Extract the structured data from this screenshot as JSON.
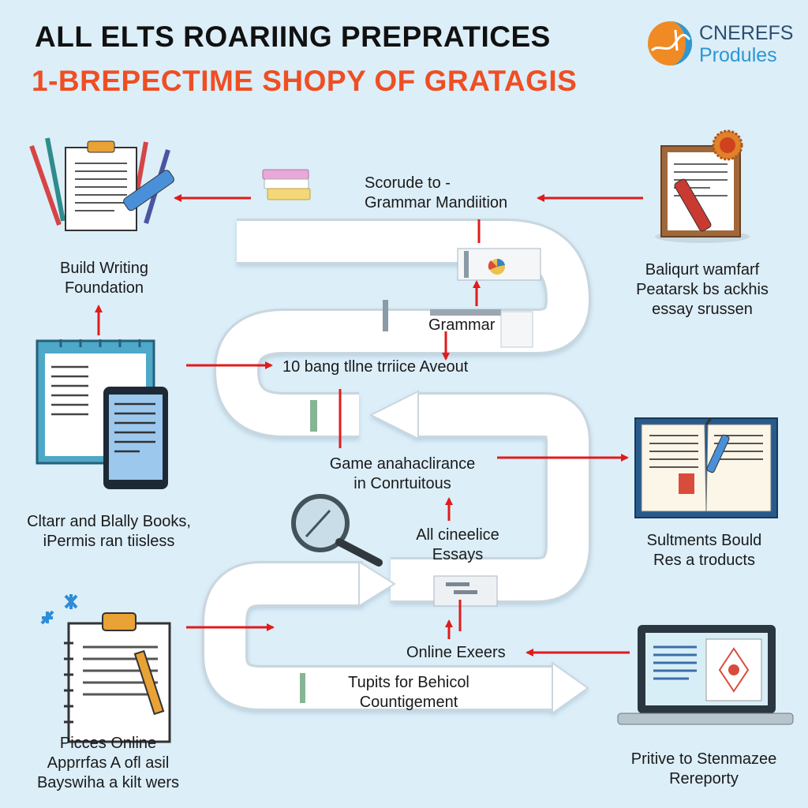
{
  "header": {
    "title": "ALL ELTS ROARIING PREPRATICES",
    "subtitle": "1-BREPECTIME SHOPY OF GRATAGIS"
  },
  "logo": {
    "line1": "CNEREFS",
    "line2": "Produles",
    "colors": {
      "orange": "#f08a24",
      "blue": "#2c97d4"
    }
  },
  "labels": {
    "scorude": [
      "Scorude to -",
      "Grammar Mandiition"
    ],
    "build_writing": [
      "Build Writing",
      "Foundation"
    ],
    "baliqurt": [
      "Baliqurt wamfarf",
      "Peatarsk bs ackhis",
      "essay srussen"
    ],
    "grammar": "Grammar",
    "bang": "10 bang tllne trriice Aveout",
    "clarr": [
      "Cltarr and Blally Books,",
      "iPermis ran tiisless"
    ],
    "game": [
      "Game anahaclirance",
      "in Conrtuitous"
    ],
    "sultments": [
      "Sultments Bould",
      "Res a troducts"
    ],
    "all_cineelice": [
      "All cineelice",
      "Essays"
    ],
    "online_exeers": "Online Exeers",
    "tupits": [
      "Tupits for Behicol",
      "Countigement"
    ],
    "pieces": [
      "Picces Online",
      "Apprrfas A ofl asil",
      "Bayswiha a kilt wers"
    ],
    "pritive": [
      "Pritive to Stenmazee",
      "Rereporty"
    ]
  },
  "colors": {
    "background": "#dceef8",
    "arrow": "#e01b1b",
    "title_accent": "#ef4e23",
    "path": "#ffffff"
  },
  "icons": [
    "clipboard-pencils-icon",
    "eraser-stack-icon",
    "certificate-pen-icon",
    "book-tablet-icon",
    "magnifier-icon",
    "open-book-icon",
    "notebook-pencil-icon",
    "laptop-icon"
  ]
}
